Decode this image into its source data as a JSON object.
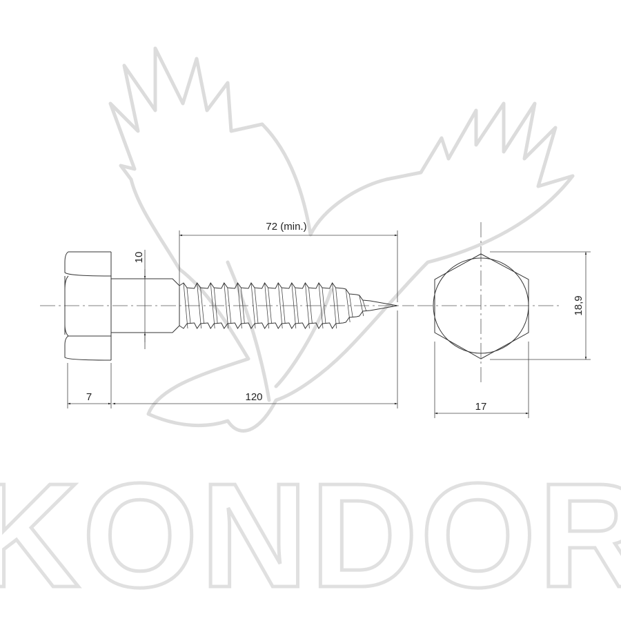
{
  "watermark": {
    "brand": "KONDOR"
  },
  "dimensions": {
    "thread_length": "72 (min.)",
    "shank_diameter": "10",
    "head_height": "7",
    "length": "120",
    "across_corners": "18,9",
    "across_flats": "17"
  }
}
